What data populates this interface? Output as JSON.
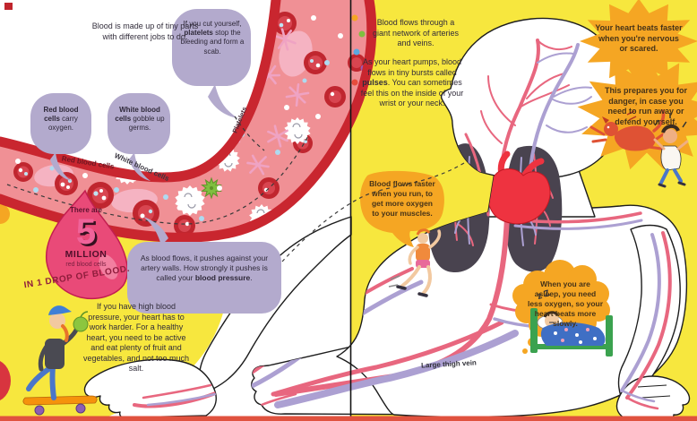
{
  "colors": {
    "background_yellow": "#F7E73E",
    "page_white": "#FFFFFF",
    "vessel_red": "#D8353F",
    "vessel_interior_pink": "#F09095",
    "bubble_lavender": "#B3AACD",
    "accent_orange": "#F5A623",
    "artery_pink": "#E8677F",
    "vein_lavender": "#ACA0D2",
    "lung_gray": "#49434F",
    "heart_red": "#EE3340",
    "drop_pink": "#E94A78",
    "germ_green": "#7FBF3F",
    "skateboard_orange": "#F5920C",
    "page_bottom_edge": "#E0523F"
  },
  "left_page": {
    "intro": "Blood is made up of tiny parts with different jobs to do.",
    "bubble_platelets": {
      "pre": "If you cut yourself, ",
      "bold": "platelets",
      "post": " stop the bleeding and form a scab."
    },
    "bubble_red_cells": {
      "bold": "Red blood cells",
      "post": " carry oxygen."
    },
    "bubble_white_cells": {
      "bold": "White blood cells",
      "post": " gobble up germs."
    },
    "label_red_cells": "Red blood cells",
    "label_white_cells": "White blood cells",
    "label_platelets": "Platelets",
    "blood_drop": {
      "line1": "There are",
      "number": "5",
      "line2": "MILLION",
      "line3": "red blood cells",
      "caption": "IN 1 DROP OF BLOOD."
    },
    "bubble_pressure": {
      "pre": "As blood flows, it pushes against your artery walls. How strongly it pushes is called your ",
      "bold": "blood pressure",
      "post": "."
    },
    "high_bp_text": "If you have high blood pressure, your heart has to work harder. For a healthy heart, you need to be active and eat plenty of fruit and vegetables, and not too much salt."
  },
  "right_page": {
    "network_text": "Blood flows through a giant network of arteries and veins.",
    "pulses_text": {
      "pre": "As your heart pumps, blood flows in tiny bursts called ",
      "bold": "pulses",
      "post": ". You can sometimes feel this on the inside of your wrist or your neck."
    },
    "starburst_nervous": "Your heart beats faster when you're nervous or scared.",
    "starburst_danger": "This prepares you for danger, in case you need to run away or defend yourself.",
    "bubble_running": "Blood flows faster when you run, to get more oxygen to your muscles.",
    "cloud_sleep": "When you are asleep, you need less oxygen, so your heart beats more slowly.",
    "label_thigh_vein": "Large thigh vein",
    "sleep_zs": "z Z"
  }
}
